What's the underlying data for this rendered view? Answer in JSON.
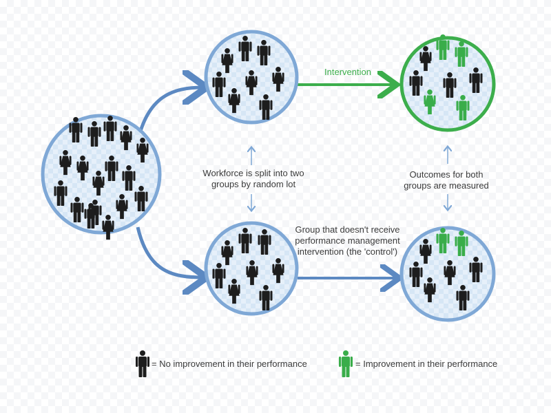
{
  "labels": {
    "intervention": "Intervention",
    "split": "Workforce is split into two groups by random lot",
    "outcomes": "Outcomes for both groups are measured",
    "control": "Group that doesn't receive performance management intervention (the 'control')"
  },
  "legend": {
    "no_improvement": "= No improvement in their performance",
    "improvement": "= Improvement in their performance"
  },
  "colors": {
    "person_dark": "#1d1d1d",
    "person_green": "#39ad4a",
    "arrow_blue": "#5c89c2",
    "circle_blue_stroke": "#7fa8d6",
    "circle_green_stroke": "#3cae4c",
    "circle_fill": "#d8e8f7"
  },
  "icons": {
    "person": "person-icon",
    "arrow": "arrow-icon"
  }
}
